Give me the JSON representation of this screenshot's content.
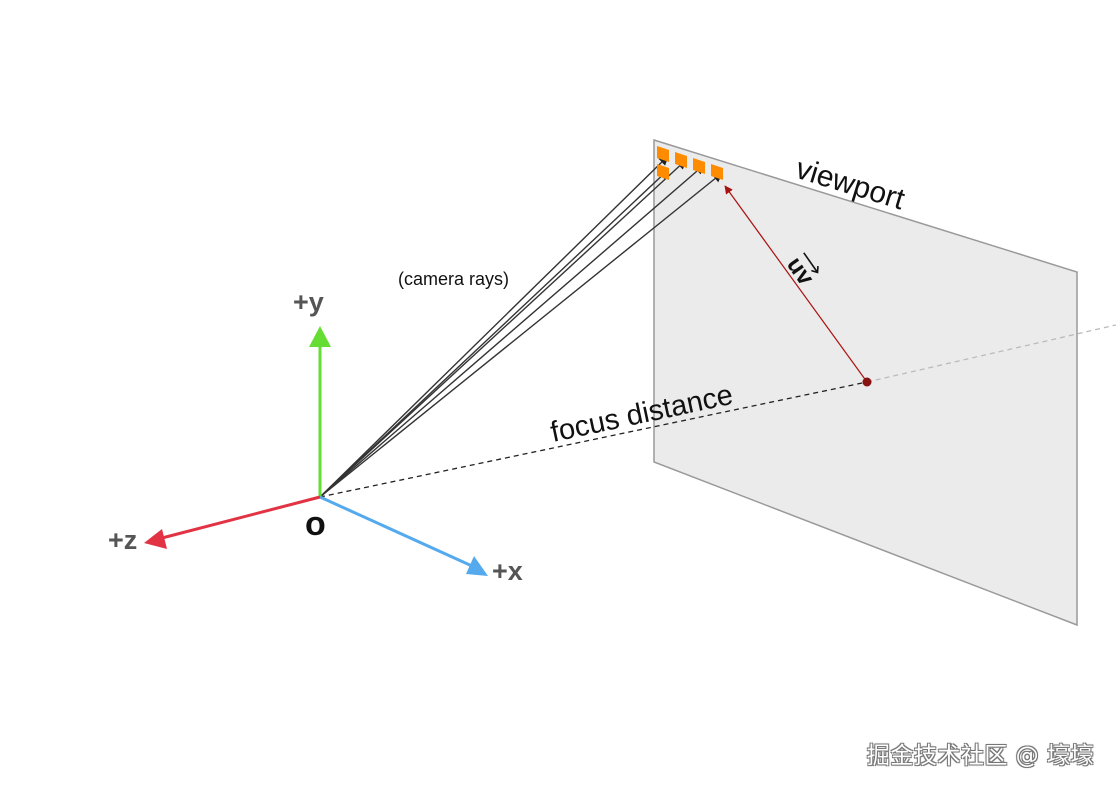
{
  "labels": {
    "viewport": "viewport",
    "focus_distance": "focus distance",
    "camera_rays": "(camera rays)",
    "uv_vector": "uv",
    "origin": "o",
    "axis_y": "+y",
    "axis_x": "+x",
    "axis_z": "+z"
  },
  "colors": {
    "axis_y": "#66dd33",
    "axis_x": "#55aaee",
    "axis_z": "#e23344",
    "pixel": "#ff8c00",
    "viewport_fill": "#ebebeb",
    "viewport_stroke": "#999999",
    "uv_vector": "#aa1111",
    "center_point": "#881111"
  },
  "watermark": "掘金技术社区 @ 壕壕"
}
